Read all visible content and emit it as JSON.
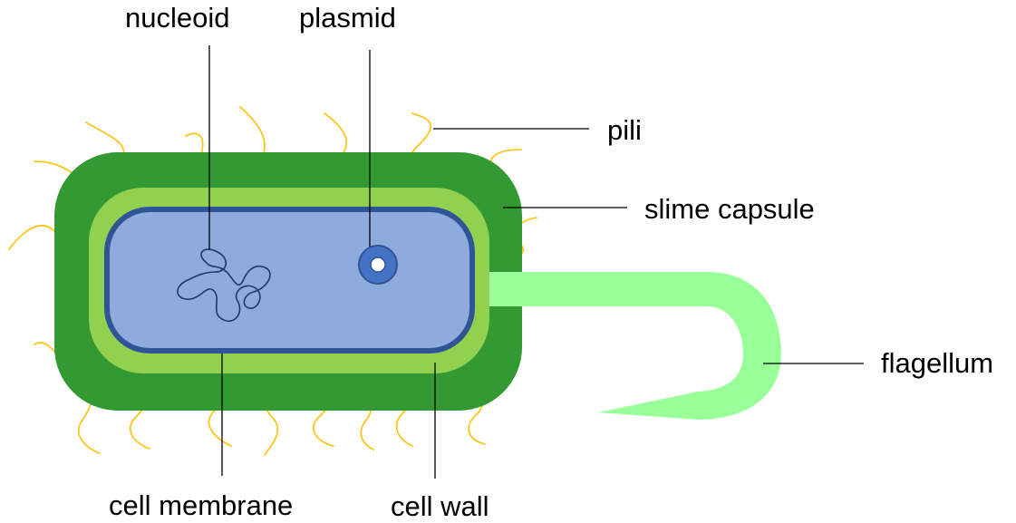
{
  "labels": {
    "nucleoid": "nucleoid",
    "plasmid": "plasmid",
    "pili": "pili",
    "slime_capsule": "slime capsule",
    "flagellum": "flagellum",
    "cell_membrane": "cell membrane",
    "cell_wall": "cell wall"
  },
  "colors": {
    "slime_capsule": "#339933",
    "cell_wall": "#92d050",
    "cell_membrane": "#2f5597",
    "cytoplasm": "#8faadc",
    "plasmid_ring": "#4472c4",
    "nucleoid_dna": "#1f3864",
    "pili": "#ffc000",
    "flagellum": "#99ff99",
    "leader_line": "#000000"
  }
}
